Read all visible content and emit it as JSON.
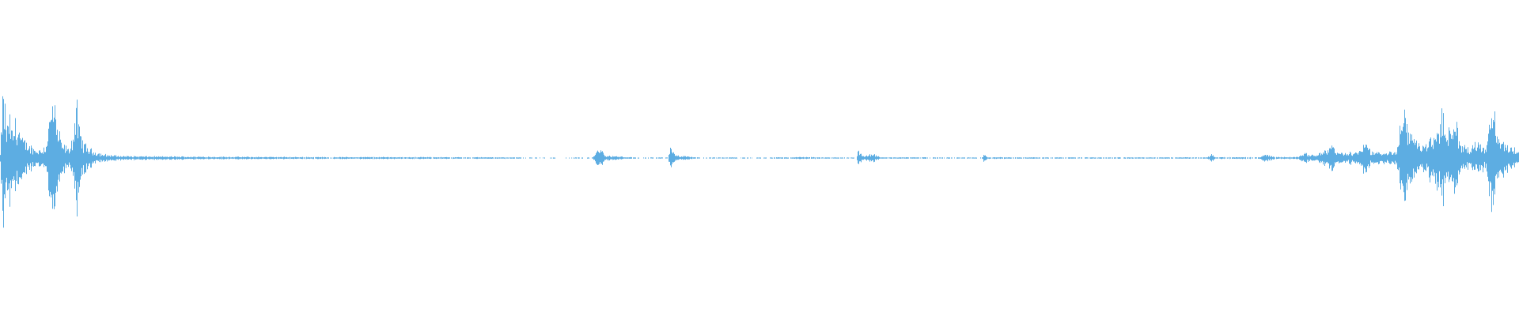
{
  "waveform": {
    "color": "#5dade2",
    "background": "#ffffff",
    "envelope": [
      [
        0.0,
        0.05
      ],
      [
        0.002,
        0.92
      ],
      [
        0.004,
        0.35
      ],
      [
        0.006,
        0.55
      ],
      [
        0.008,
        0.3
      ],
      [
        0.01,
        0.5
      ],
      [
        0.012,
        0.4
      ],
      [
        0.014,
        0.25
      ],
      [
        0.016,
        0.2
      ],
      [
        0.018,
        0.18
      ],
      [
        0.02,
        0.15
      ],
      [
        0.022,
        0.12
      ],
      [
        0.025,
        0.1
      ],
      [
        0.03,
        0.15
      ],
      [
        0.033,
        0.6
      ],
      [
        0.035,
        0.75
      ],
      [
        0.037,
        0.45
      ],
      [
        0.04,
        0.2
      ],
      [
        0.045,
        0.1
      ],
      [
        0.048,
        0.3
      ],
      [
        0.05,
        0.7
      ],
      [
        0.052,
        0.35
      ],
      [
        0.055,
        0.18
      ],
      [
        0.06,
        0.1
      ],
      [
        0.065,
        0.06
      ],
      [
        0.07,
        0.04
      ],
      [
        0.08,
        0.025
      ],
      [
        0.1,
        0.02
      ],
      [
        0.15,
        0.015
      ],
      [
        0.2,
        0.012
      ],
      [
        0.25,
        0.012
      ],
      [
        0.3,
        0.01
      ],
      [
        0.34,
        0.008
      ],
      [
        0.35,
        0.004
      ],
      [
        0.39,
        0.004
      ],
      [
        0.395,
        0.14
      ],
      [
        0.398,
        0.03
      ],
      [
        0.42,
        0.005
      ],
      [
        0.44,
        0.004
      ],
      [
        0.441,
        0.12
      ],
      [
        0.445,
        0.03
      ],
      [
        0.46,
        0.006
      ],
      [
        0.5,
        0.006
      ],
      [
        0.53,
        0.012
      ],
      [
        0.55,
        0.006
      ],
      [
        0.564,
        0.006
      ],
      [
        0.565,
        0.1
      ],
      [
        0.568,
        0.02
      ],
      [
        0.575,
        0.05
      ],
      [
        0.58,
        0.008
      ],
      [
        0.62,
        0.008
      ],
      [
        0.63,
        0.006
      ],
      [
        0.647,
        0.006
      ],
      [
        0.648,
        0.06
      ],
      [
        0.65,
        0.01
      ],
      [
        0.7,
        0.008
      ],
      [
        0.76,
        0.008
      ],
      [
        0.795,
        0.008
      ],
      [
        0.798,
        0.05
      ],
      [
        0.8,
        0.01
      ],
      [
        0.83,
        0.01
      ],
      [
        0.833,
        0.05
      ],
      [
        0.84,
        0.01
      ],
      [
        0.855,
        0.015
      ],
      [
        0.86,
        0.06
      ],
      [
        0.865,
        0.03
      ],
      [
        0.875,
        0.12
      ],
      [
        0.877,
        0.25
      ],
      [
        0.88,
        0.06
      ],
      [
        0.895,
        0.08
      ],
      [
        0.898,
        0.22
      ],
      [
        0.902,
        0.1
      ],
      [
        0.91,
        0.06
      ],
      [
        0.92,
        0.1
      ],
      [
        0.922,
        0.4
      ],
      [
        0.925,
        0.55
      ],
      [
        0.928,
        0.25
      ],
      [
        0.932,
        0.35
      ],
      [
        0.935,
        0.15
      ],
      [
        0.945,
        0.28
      ],
      [
        0.95,
        0.55
      ],
      [
        0.953,
        0.3
      ],
      [
        0.958,
        0.45
      ],
      [
        0.962,
        0.2
      ],
      [
        0.968,
        0.12
      ],
      [
        0.972,
        0.2
      ],
      [
        0.978,
        0.12
      ],
      [
        0.983,
        0.65
      ],
      [
        0.986,
        0.3
      ],
      [
        0.99,
        0.2
      ],
      [
        0.995,
        0.15
      ],
      [
        1.0,
        0.1
      ]
    ]
  }
}
